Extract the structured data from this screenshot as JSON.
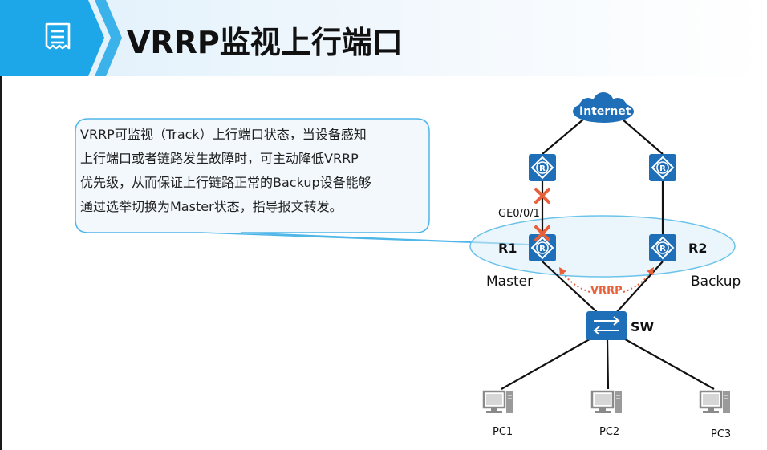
{
  "slide": {
    "title": "VRRP监视上行端口",
    "accent_color": "#1ea7e8",
    "header_icon": "list-document-icon"
  },
  "callout": {
    "lines": [
      "VRRP可监视（Track）上行端口状态，当设备感知",
      "上行端口或者链路发生故障时，可主动降低VRRP",
      "优先级，从而保证上行链路正常的Backup设备能够",
      "通过选举切换为Master状态，指导报文转发。"
    ]
  },
  "topology": {
    "internet_label": "Internet",
    "port_label": "GE0/0/1",
    "r1_label": "R1",
    "r2_label": "R2",
    "master_label": "Master",
    "backup_label": "Backup",
    "vrrp_label": "VRRP",
    "switch_label": "SW",
    "pc_labels": [
      "PC1",
      "PC2",
      "PC3"
    ],
    "device_color": "#1f6fb8",
    "fault_color": "#e8603a"
  }
}
